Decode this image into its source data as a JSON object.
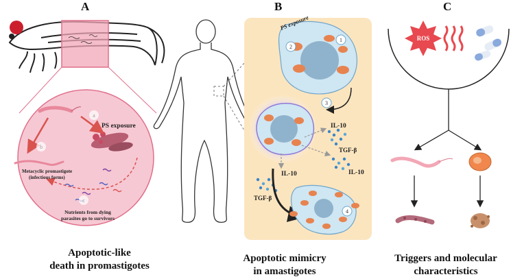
{
  "panels": {
    "a": {
      "letter": "A",
      "caption_line1": "Apoptotic-like",
      "caption_line2": "death in promastigotes",
      "step_a": "a",
      "step_b": "b",
      "step_c": "c",
      "ps_exposure": "PS exposure",
      "metacyclic_line1": "Metacyclic promastigote",
      "metacyclic_line2": "(infectious forms)",
      "nutrients_line1": "Nutrients from dying",
      "nutrients_line2": "parasites go to survivors"
    },
    "b": {
      "letter": "B",
      "caption_line1": "Apoptotic mimicry",
      "caption_line2": "in amastigotes",
      "ps_exposure": "PS exposure",
      "step1": "1",
      "step2": "2",
      "step3": "3",
      "step4": "4",
      "il10": "IL-10",
      "tgfb": "TGF-β"
    },
    "c": {
      "letter": "C",
      "caption_line1": "Triggers and molecular",
      "caption_line2": "characteristics",
      "ros": "ROS"
    }
  },
  "colors": {
    "pink_circle": "#f6c8d3",
    "pink_box": "#f1a7b8",
    "pink_stroke": "#e06f8b",
    "panel_b_bg": "#fbe5bf",
    "cell_blue": "#cfe6f3",
    "nucleus": "#8fb3cc",
    "purple_glow": "#a58de8",
    "ros_red": "#e8484f",
    "capsule_blue": "#8aa9dd",
    "dot_blue": "#3a86c8",
    "parasite_orange": "#e7834f"
  }
}
